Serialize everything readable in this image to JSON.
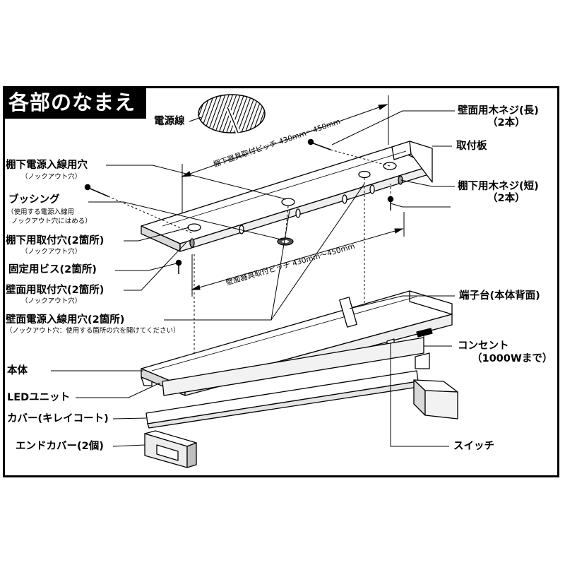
{
  "title": "各部のなまえ",
  "colors": {
    "ink": "#000000",
    "paper": "#ffffff",
    "mid_grey": "#777777",
    "light_grey": "#d9d9d9"
  },
  "dimensions": {
    "shelf_pitch": "棚下器具取付ピッチ 430mm～450mm",
    "wall_pitch": "壁面器具取付ピッチ 430mm～450mm"
  },
  "labels": {
    "power_cord": "電源線",
    "shelf_power_hole": "棚下電源入線用穴",
    "shelf_power_hole_note": "（ノックアウト穴）",
    "bushing": "ブッシング",
    "bushing_note1": "（使用する電源入線用",
    "bushing_note2": "ノックアウト穴にはめる）",
    "shelf_mount_hole": "棚下用取付穴(2箇所)",
    "shelf_mount_hole_note": "（ノックアウト穴）",
    "fix_screw": "固定用ビス(2箇所)",
    "wall_mount_hole": "壁面用取付穴(2箇所)",
    "wall_mount_hole_note": "（ノックアウト穴）",
    "wall_power_hole": "壁面電源入線用穴(2箇所)",
    "wall_power_hole_note": "（ノックアウト穴：使用する箇所の穴を開けてください）",
    "body": "本体",
    "led_unit": "LEDユニット",
    "cover": "カバー(キレイコート)",
    "end_cover": "エンドカバー(2個)",
    "wall_screw_long": "壁面用木ネジ(長)",
    "wall_screw_long_qty": "（2本）",
    "mount_plate": "取付板",
    "shelf_screw_short": "棚下用木ネジ(短)",
    "shelf_screw_short_qty": "（2本）",
    "terminal": "端子台(本体背面)",
    "outlet": "コンセント",
    "outlet_note": "（1000Wまで）",
    "switch": "スイッチ"
  }
}
